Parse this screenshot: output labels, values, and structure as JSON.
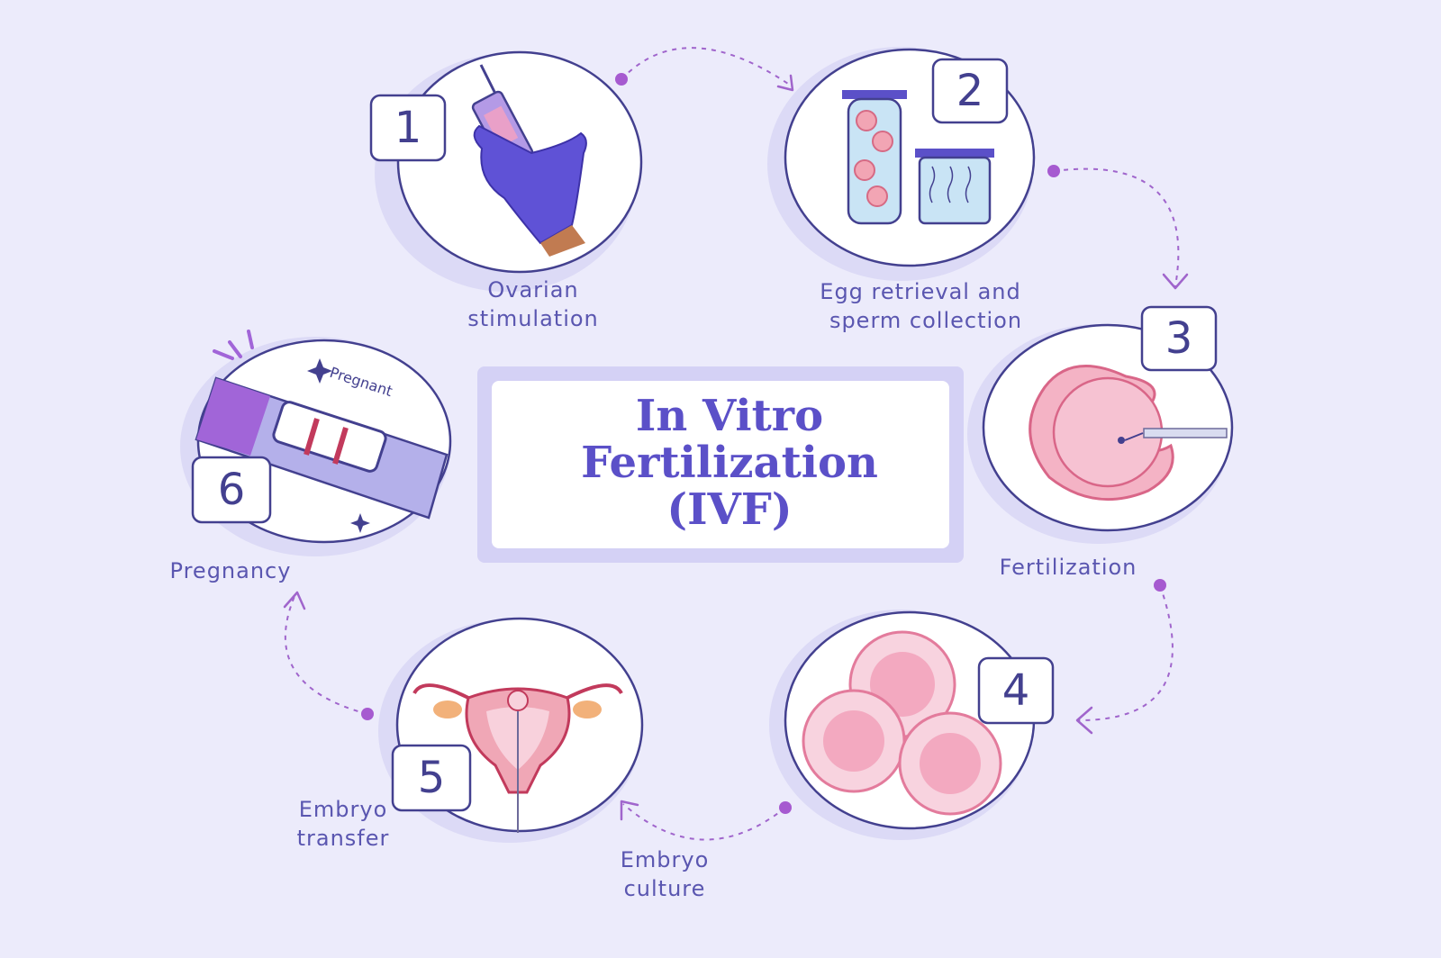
{
  "title": {
    "line1": "In Vitro",
    "line2": "Fertilization",
    "line3": "(IVF)"
  },
  "steps": [
    {
      "number": "1",
      "label_line1": "Ovarian",
      "label_line2": "stimulation",
      "icon": "syringe-glove-icon"
    },
    {
      "number": "2",
      "label_line1": "Egg retrieval and",
      "label_line2": "sperm collection",
      "icon": "test-tubes-icon"
    },
    {
      "number": "3",
      "label_line1": "Fertilization",
      "label_line2": "",
      "icon": "egg-injection-icon"
    },
    {
      "number": "4",
      "label_line1": "Embryo",
      "label_line2": "culture",
      "icon": "embryo-cells-icon"
    },
    {
      "number": "5",
      "label_line1": "Embryo",
      "label_line2": "transfer",
      "icon": "uterus-icon"
    },
    {
      "number": "6",
      "label_line1": "Pregnancy",
      "label_line2": "",
      "icon": "pregnancy-test-icon"
    }
  ],
  "pregnancy_test_text": "Pregnant",
  "colors": {
    "background": "#ecebfb",
    "accent": "#5b50c8",
    "outline": "#43408f",
    "arrow": "#a065cc",
    "pink": "#e8a0b4"
  }
}
